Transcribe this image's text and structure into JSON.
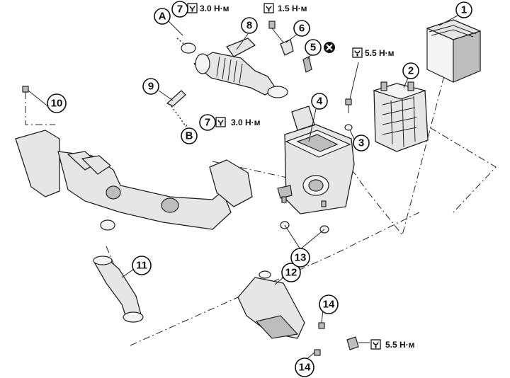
{
  "callouts": {
    "c1": "1",
    "c2": "2",
    "c3": "3",
    "c4": "4",
    "c5": "5",
    "c6": "6",
    "c7a": "7",
    "c7b": "7",
    "c8": "8",
    "c9": "9",
    "c10": "10",
    "c11": "11",
    "c12": "12",
    "c13": "13",
    "c14a": "14",
    "c14b": "14",
    "cA": "A",
    "cB": "B"
  },
  "torque": {
    "t_top_7": "3.0 Н·м",
    "t_top_6": "1.5 Н·м",
    "t_right": "5.5 Н·м",
    "t_mid_7": "3.0 Н·м",
    "t_bottom": "5.5 Н·м"
  },
  "icons": {
    "torque": "torque-wrench-icon",
    "replace": "do-not-reuse-x-icon"
  }
}
